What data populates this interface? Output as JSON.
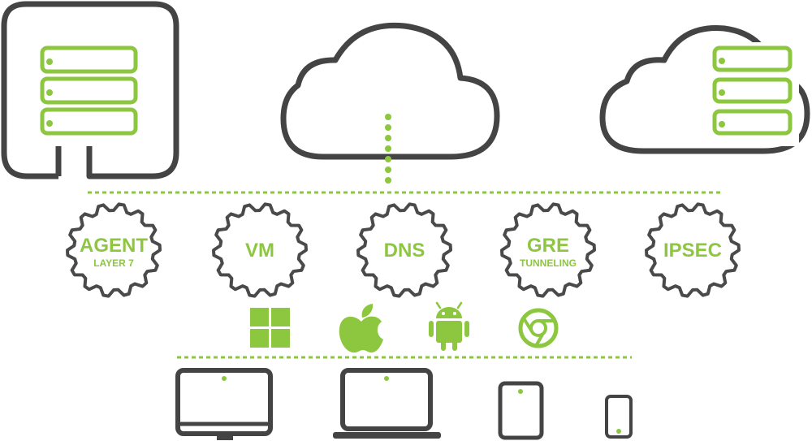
{
  "colors": {
    "accent": "#8dc63f",
    "outline": "#444444",
    "gear": "#4a4a4a",
    "background": "#ffffff"
  },
  "top_row": [
    {
      "icon": "on-premise-server-icon"
    },
    {
      "icon": "cloud-icon"
    },
    {
      "icon": "cloud-server-icon"
    }
  ],
  "gears": [
    {
      "icon": "gear-icon",
      "title": "AGENT",
      "subtitle": "LAYER 7"
    },
    {
      "icon": "gear-icon",
      "title": "VM",
      "subtitle": ""
    },
    {
      "icon": "gear-icon",
      "title": "DNS",
      "subtitle": ""
    },
    {
      "icon": "gear-icon",
      "title": "GRE",
      "subtitle": "TUNNELING"
    },
    {
      "icon": "gear-icon",
      "title": "IPSEC",
      "subtitle": ""
    }
  ],
  "platforms": [
    {
      "icon": "windows-logo-icon"
    },
    {
      "icon": "apple-logo-icon"
    },
    {
      "icon": "android-logo-icon"
    },
    {
      "icon": "chrome-logo-icon"
    }
  ],
  "devices": [
    {
      "icon": "desktop-monitor-icon"
    },
    {
      "icon": "laptop-icon"
    },
    {
      "icon": "tablet-icon"
    },
    {
      "icon": "smartphone-icon"
    }
  ]
}
